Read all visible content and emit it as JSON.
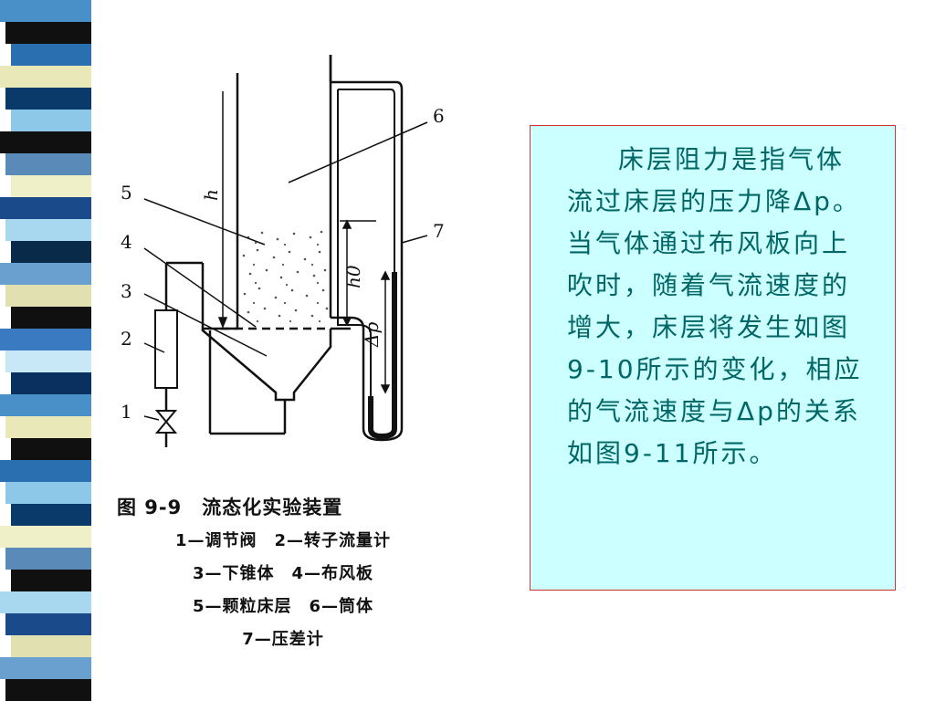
{
  "strip_colors": [
    "#4a90c8",
    "#101010",
    "#2a6fb0",
    "#e8e8b8",
    "#0a3a6a",
    "#8ec8e8",
    "#101010",
    "#5a8ab8",
    "#f0f0c8",
    "#1a4a8a",
    "#a8d8f0",
    "#0a2a4a",
    "#6aa0d0",
    "#e0e0b0",
    "#101010",
    "#3a7ac0",
    "#c8e8f8",
    "#0a3060",
    "#4a90c8",
    "#e8e8b8",
    "#101010",
    "#2a6fb0",
    "#8ec8e8",
    "#0a3a6a",
    "#f0f0c8",
    "#5a8ab8",
    "#101010",
    "#a8d8f0",
    "#1a4a8a",
    "#e0e0b0",
    "#6aa0d0",
    "#101010"
  ],
  "figure": {
    "labels": {
      "n1": "1",
      "n2": "2",
      "n3": "3",
      "n4": "4",
      "n5": "5",
      "n6": "6",
      "n7": "7",
      "h": "h",
      "h0": "h0",
      "dp": "Δp"
    }
  },
  "caption": {
    "title": "图 9-9　流态化实验装置",
    "line1": "1—调节阀　2—转子流量计",
    "line2": "3—下锥体　4—布风板",
    "line3": "5—颗粒床层　6—筒体",
    "line4": "7—压差计"
  },
  "text_block": {
    "paragraph": "床层阻力是指气体流过床层的压力降Δp。当气体通过布风板向上吹时，随着气流速度的增大，床层将发生如图9-10所示的变化，相应的气流速度与Δp的关系如图9-11所示。"
  },
  "colors": {
    "box_bg": "#ccffff",
    "box_border": "#cc3333",
    "text": "#006666"
  }
}
